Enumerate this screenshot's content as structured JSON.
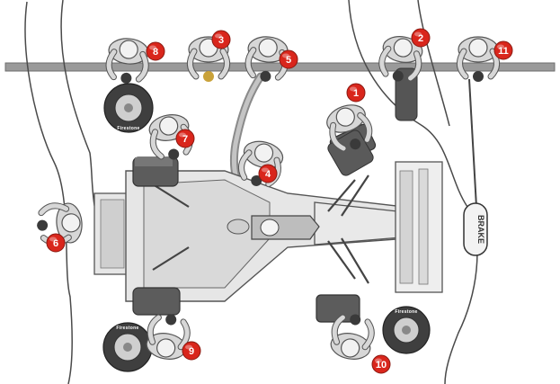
{
  "colors": {
    "badge_fill": "#d9261c",
    "badge_stroke": "#8a1a12",
    "crew_suit": "#d7d7d7",
    "crew_outline": "#555555",
    "car_body": "#e6e6e6",
    "car_dark": "#6f6f6f",
    "tyre": "#4a4a4a",
    "pit_lane_line": "#8c8c8c"
  },
  "crew_numbers": [
    "1",
    "2",
    "3",
    "4",
    "5",
    "6",
    "7",
    "8",
    "9",
    "10",
    "11"
  ],
  "equipment": {
    "brake_board_label": "BRAKE",
    "tyre_brand_label": "Firestone"
  },
  "icons": {
    "crew_member": "person-topdown-icon",
    "wheel_gun": "wheel-gun-icon",
    "fuel_hose": "fuel-hose-icon",
    "jack": "jack-icon",
    "tyre": "tyre-icon",
    "lollipop": "lollipop-board-icon"
  }
}
